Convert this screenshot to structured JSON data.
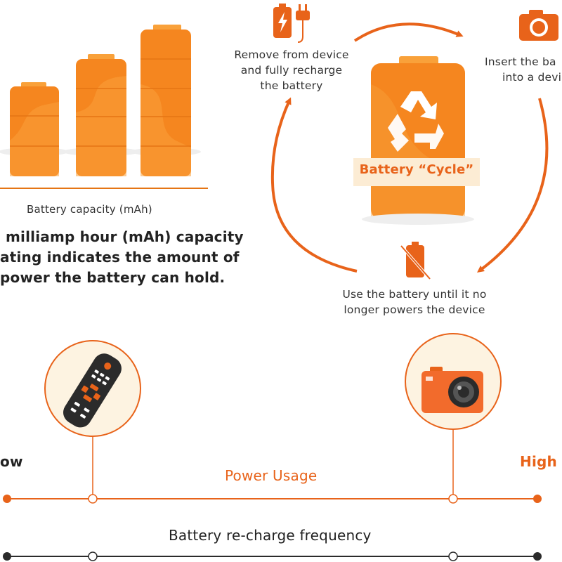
{
  "capacity_chart": {
    "axis_label": "Battery capacity (mAh)"
  },
  "description": {
    "lines": [
      "milliamp hour (mAh) capacity",
      "ating indicates the amount of",
      "power the battery can hold."
    ]
  },
  "cycle": {
    "center_label": "Battery “Cycle”",
    "steps": {
      "recharge": [
        "Remove from device",
        "and fully recharge",
        "the battery"
      ],
      "insert": [
        "Insert the ba",
        "into a devi"
      ],
      "use": [
        "Use the battery until it no",
        "longer powers the device"
      ]
    },
    "icons": [
      "charging-battery-icon",
      "plug-icon",
      "camera-icon",
      "recycle-icon",
      "empty-battery-icon"
    ]
  },
  "scale": {
    "low": "ow",
    "high": "High",
    "usage_label": "Power Usage",
    "frequency_label": "Battery re-charge frequency",
    "devices": [
      "remote-control-icon",
      "camera-icon"
    ]
  },
  "colors": {
    "orange": "#f5861f",
    "orange_dark": "#e8631a",
    "orange_light": "#f9a13a",
    "circle_fill": "#fdf3e1",
    "dark": "#2b2b2b"
  }
}
